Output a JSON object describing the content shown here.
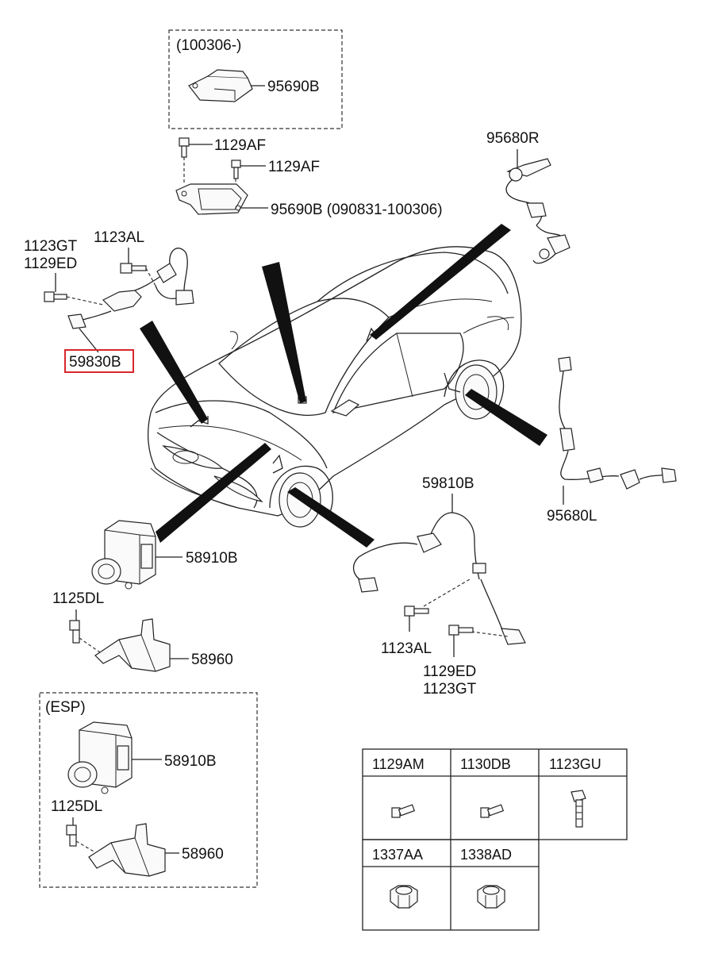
{
  "labels": {
    "top_box_header": "(100306-)",
    "sensor_new": "95690B",
    "bolt_1": "1129AF",
    "bolt_2": "1129AF",
    "sensor_old": "95690B (090831-100306)",
    "front_left_sensor_top": "95680R",
    "bolt_gt": "1123GT",
    "bolt_ed": "1129ED",
    "bolt_al": "1123AL",
    "highlighted_part": "59830B",
    "rear_sensor": "95680L",
    "front_sensor": "59810B",
    "abs_unit": "58910B",
    "bracket_bolt": "1125DL",
    "bracket": "58960",
    "bolt_al_lower": "1123AL",
    "bolt_ed_lower": "1129ED",
    "bolt_gt_lower": "1123GT",
    "esp_header": "(ESP)",
    "esp_abs_unit": "58910B",
    "esp_bracket_bolt": "1125DL",
    "esp_bracket": "58960"
  },
  "parts_table": {
    "row1": [
      "1129AM",
      "1130DB",
      "1123GU"
    ],
    "row2": [
      "1337AA",
      "1338AD"
    ]
  },
  "colors": {
    "highlight": "#d8262b",
    "line": "#222222"
  }
}
